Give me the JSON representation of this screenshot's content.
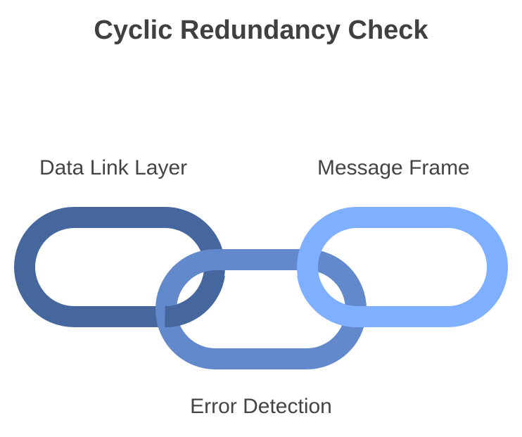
{
  "title": "Cyclic Redundancy Check",
  "links": [
    {
      "label": "Data Link Layer",
      "color": "#45679e"
    },
    {
      "label": "Error Detection",
      "color": "#6289cc"
    },
    {
      "label": "Message Frame",
      "color": "#7fb0ff"
    }
  ]
}
